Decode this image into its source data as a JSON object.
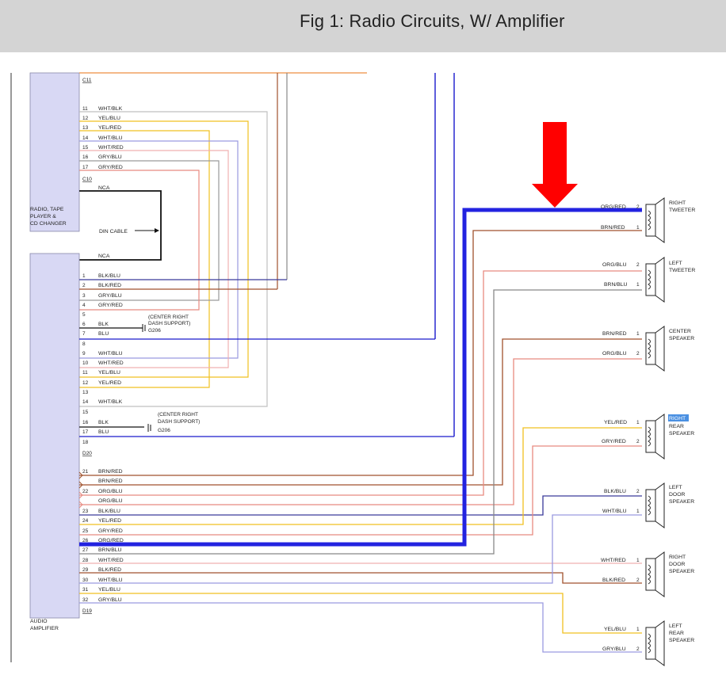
{
  "title": "Fig 1: Radio Circuits, W/ Amplifier",
  "radio": {
    "name": "RADIO, TAPE PLAYER & CD CHANGER",
    "name_lines": [
      "RADIO, TAPE",
      "PLAYER &",
      "CD CHANGER"
    ],
    "connector_c11": "C11",
    "connector_c10": "C10",
    "pins": [
      {
        "pin": "11",
        "wire": "WHT/BLK"
      },
      {
        "pin": "12",
        "wire": "YEL/BLU"
      },
      {
        "pin": "13",
        "wire": "YEL/RED"
      },
      {
        "pin": "14",
        "wire": "WHT/BLU"
      },
      {
        "pin": "15",
        "wire": "WHT/RED"
      },
      {
        "pin": "16",
        "wire": "GRY/BLU"
      },
      {
        "pin": "17",
        "wire": "GRY/RED"
      }
    ],
    "nca": "NCA"
  },
  "din_cable": "DIN CABLE",
  "amplifier": {
    "name_lines": [
      "AUDIO",
      "AMPLIFIER"
    ],
    "nca": "NCA",
    "connector_d20": "D20",
    "connector_d19": "D19",
    "pins": [
      {
        "pin": "1",
        "wire": "BLK/BLU"
      },
      {
        "pin": "2",
        "wire": "BLK/RED"
      },
      {
        "pin": "3",
        "wire": "GRY/BLU"
      },
      {
        "pin": "4",
        "wire": "GRY/RED"
      },
      {
        "pin": "5",
        "wire": ""
      },
      {
        "pin": "6",
        "wire": "BLK"
      },
      {
        "pin": "7",
        "wire": "BLU"
      },
      {
        "pin": "8",
        "wire": ""
      },
      {
        "pin": "9",
        "wire": "WHT/BLU"
      },
      {
        "pin": "10",
        "wire": "WHT/RED"
      },
      {
        "pin": "11",
        "wire": "YEL/BLU"
      },
      {
        "pin": "12",
        "wire": "YEL/RED"
      },
      {
        "pin": "13",
        "wire": ""
      },
      {
        "pin": "14",
        "wire": "WHT/BLK"
      },
      {
        "pin": "15",
        "wire": ""
      },
      {
        "pin": "16",
        "wire": "BLK"
      },
      {
        "pin": "17",
        "wire": "BLU"
      },
      {
        "pin": "18",
        "wire": ""
      },
      {
        "pin": "21",
        "wire": "BRN/RED"
      },
      {
        "pin": "",
        "wire": "BRN/RED"
      },
      {
        "pin": "22",
        "wire": "ORG/BLU"
      },
      {
        "pin": "",
        "wire": "ORG/BLU"
      },
      {
        "pin": "23",
        "wire": "BLK/BLU"
      },
      {
        "pin": "24",
        "wire": "YEL/RED"
      },
      {
        "pin": "25",
        "wire": "GRY/RED"
      },
      {
        "pin": "26",
        "wire": "ORG/RED"
      },
      {
        "pin": "27",
        "wire": "BRN/BLU"
      },
      {
        "pin": "28",
        "wire": "WHT/RED"
      },
      {
        "pin": "29",
        "wire": "BLK/RED"
      },
      {
        "pin": "30",
        "wire": "WHT/BLU"
      },
      {
        "pin": "31",
        "wire": "YEL/BLU"
      },
      {
        "pin": "32",
        "wire": "GRY/BLU"
      }
    ]
  },
  "grounds": [
    {
      "note_lines": [
        "(CENTER RIGHT",
        "DASH SUPPORT)"
      ],
      "id": "G206"
    },
    {
      "note_lines": [
        "(CENTER RIGHT",
        "DASH SUPPORT)"
      ],
      "id": "G206"
    }
  ],
  "speakers": [
    {
      "name_lines": [
        "RIGHT",
        "TWEETER"
      ],
      "top": {
        "wire": "ORG/RED",
        "pin": "2"
      },
      "bottom": {
        "wire": "BRN/RED",
        "pin": "1"
      }
    },
    {
      "name_lines": [
        "LEFT",
        "TWEETER"
      ],
      "top": {
        "wire": "ORG/BLU",
        "pin": "2"
      },
      "bottom": {
        "wire": "BRN/BLU",
        "pin": "1"
      }
    },
    {
      "name_lines": [
        "CENTER",
        "SPEAKER"
      ],
      "top": {
        "wire": "BRN/RED",
        "pin": "1"
      },
      "bottom": {
        "wire": "ORG/BLU",
        "pin": "2"
      }
    },
    {
      "name_lines": [
        "RIGHT",
        "REAR",
        "SPEAKER"
      ],
      "top": {
        "wire": "YEL/RED",
        "pin": "1"
      },
      "bottom": {
        "wire": "GRY/RED",
        "pin": "2"
      }
    },
    {
      "name_lines": [
        "LEFT",
        "DOOR",
        "SPEAKER"
      ],
      "top": {
        "wire": "BLK/BLU",
        "pin": "2"
      },
      "bottom": {
        "wire": "WHT/BLU",
        "pin": "1"
      }
    },
    {
      "name_lines": [
        "RIGHT",
        "DOOR",
        "SPEAKER"
      ],
      "top": {
        "wire": "WHT/RED",
        "pin": "1"
      },
      "bottom": {
        "wire": "BLK/RED",
        "pin": "2"
      }
    },
    {
      "name_lines": [
        "LEFT",
        "REAR",
        "SPEAKER"
      ],
      "top": {
        "wire": "YEL/BLU",
        "pin": "1"
      },
      "bottom": {
        "wire": "GRY/BLU",
        "pin": "2"
      }
    }
  ],
  "colors": {
    "header_bg": "#d4d4d4",
    "component_fill": "#d8d8f4",
    "highlight_wire": "#2323e0",
    "arrow": "#ff0000",
    "org": "#f0a060",
    "brn": "#a0522d",
    "blu": "#1a1acc",
    "yel": "#f0c020",
    "gry": "#9a9a9a",
    "wht_blu": "#9a9ae0",
    "wht_red": "#f0b0b0",
    "pink": "#e88a80"
  }
}
